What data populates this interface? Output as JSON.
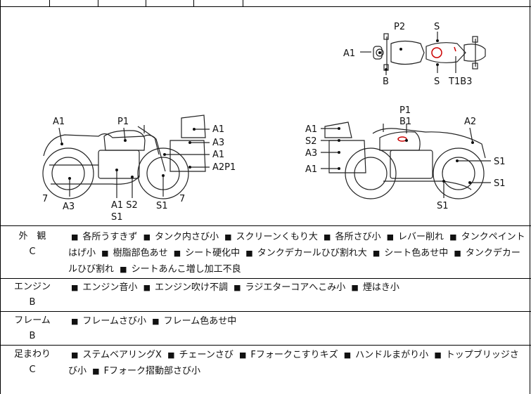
{
  "diagram": {
    "labels": {
      "top_a1": "A1",
      "top_p2": "P2",
      "top_s_up": "S",
      "top_b": "B",
      "top_s_low": "S",
      "top_t1b3": "T1B3",
      "l_a1": "A1",
      "l_p1": "P1",
      "l_r_a1": "A1",
      "l_r_a3": "A3",
      "l_r_a1b": "A1",
      "l_r_a2p1": "A2P1",
      "l_7a": "7",
      "l_a3": "A3",
      "l_a1s2": "A1 S2",
      "l_s1a": "S1",
      "l_s1b": "S1",
      "l_7b": "7",
      "r_p1": "P1",
      "r_b1": "B1",
      "r_a2": "A2",
      "r_a1": "A1",
      "r_s2": "S2",
      "r_a3": "A3",
      "r_a1b": "A1",
      "r_s1a": "S1",
      "r_s1b": "S1",
      "r_s1c": "S1"
    }
  },
  "rows": [
    {
      "name": "外　観",
      "grade": "C",
      "items": [
        "各所うすきず",
        "タンク内さび小",
        "スクリーンくもり大",
        "各所さび小",
        "レバー削れ",
        "タンクペイントはげ小",
        "樹脂部色あせ",
        "シート硬化中",
        "タンクデカールひび割れ大",
        "シート色あせ中",
        "タンクデカールひび割れ",
        "シートあんこ増し加工不良"
      ]
    },
    {
      "name": "エンジン",
      "grade": "B",
      "items": [
        "エンジン音小",
        "エンジン吹け不調",
        "ラジエターコアへこみ小",
        "煙はき小"
      ]
    },
    {
      "name": "フレーム",
      "grade": "B",
      "items": [
        "フレームさび小",
        "フレーム色あせ中"
      ]
    },
    {
      "name": "足まわり",
      "grade": "C",
      "items": [
        "ステムベアリングX",
        "チェーンさび",
        "Fフォークこすりキズ",
        "ハンドルまがり小",
        "トップブリッジさび小",
        "Fフォーク摺動部さび小"
      ]
    }
  ],
  "bullet_symbol": "■"
}
